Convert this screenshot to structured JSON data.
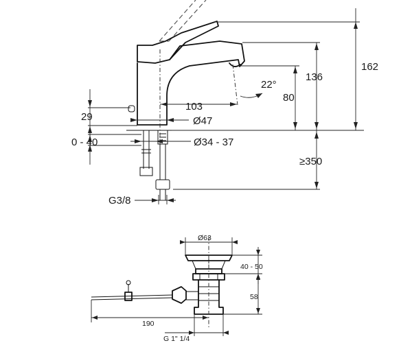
{
  "faucet_view": {
    "dimensions": {
      "overall_height": "162",
      "spout_height": "136",
      "outlet_height": "80",
      "spout_angle": "22°",
      "spout_reach": "103",
      "lever_height": "29",
      "body_diameter": "Ø47",
      "deck_thickness": "0 - 40",
      "hole_diameter": "Ø34 - 37",
      "hose_length": "≥350",
      "connection_thread": "G3/8"
    }
  },
  "waste_view": {
    "dimensions": {
      "plug_diameter": "Ø63",
      "waste_range": "40 - 50",
      "waste_height": "58",
      "rod_length": "190",
      "outlet_thread": "G 1\" 1/4"
    }
  }
}
